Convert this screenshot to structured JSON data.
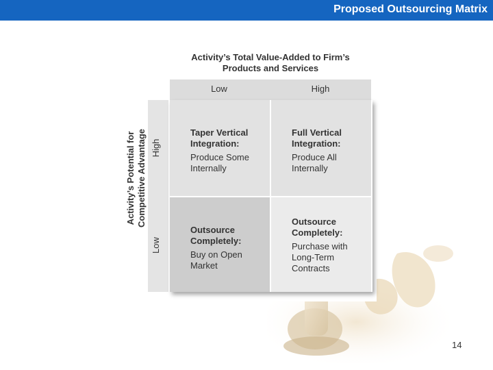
{
  "header": {
    "title": "Proposed Outsourcing Matrix"
  },
  "matrix": {
    "column_axis_title": "Activity’s Total Value-Added to Firm’s Products and Services",
    "row_axis_title": "Activity’s Potential for Competitive Advantage",
    "column_labels": [
      "Low",
      "High"
    ],
    "row_labels": [
      "High",
      "Low"
    ],
    "cells": [
      {
        "heading": "Taper Vertical Integration:",
        "body": "Produce Some Internally"
      },
      {
        "heading": "Full Vertical Integration:",
        "body": "Produce All Internally"
      },
      {
        "heading": "Outsource Completely:",
        "body": "Buy on Open Market"
      },
      {
        "heading": "Outsource Completely:",
        "body": "Purchase with Long-Term Contracts"
      }
    ]
  },
  "footer": {
    "page_number": "14"
  },
  "colors": {
    "title_bar": "#1565c0"
  }
}
